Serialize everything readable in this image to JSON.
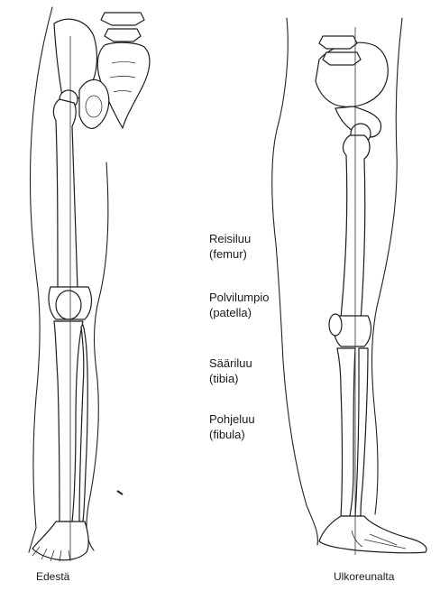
{
  "labels": [
    {
      "name": "Reisiluu",
      "latin": "(femur)"
    },
    {
      "name": "Polvilumpio",
      "latin": "(patella)"
    },
    {
      "name": "Sääriluu",
      "latin": "(tibia)"
    },
    {
      "name": "Pohjeluu",
      "latin": "(fibula)"
    }
  ],
  "captions": {
    "front": "Edestä",
    "side": "Ulkoreunalta"
  }
}
